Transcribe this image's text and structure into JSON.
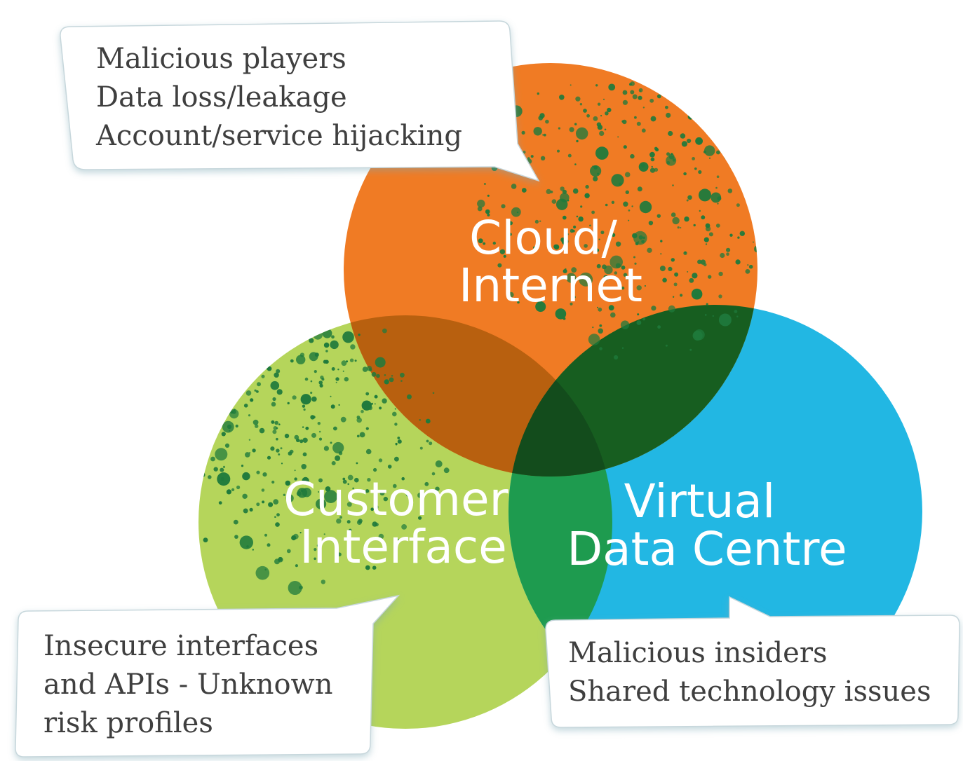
{
  "circles": [
    {
      "id": "cloud",
      "label_lines": [
        "Cloud/",
        "Internet"
      ],
      "color": "#F07B24"
    },
    {
      "id": "customer",
      "label_lines": [
        "Customer",
        "Interface"
      ],
      "color": "#B5D55B"
    },
    {
      "id": "datacentre",
      "label_lines": [
        "Virtual",
        "Data Centre"
      ],
      "color": "#22B7E3"
    }
  ],
  "overlap_colors": {
    "cloud_customer": "#B8600F",
    "cloud_datacentre": "#175E20",
    "customer_datacentre": "#1E9B4F",
    "all_three": "#134C1C"
  },
  "speckle_color": "#1F7A3C",
  "callouts": {
    "cloud": {
      "lines": [
        "Malicious players",
        "Data loss/leakage",
        "Account/service hijacking"
      ]
    },
    "customer": {
      "lines": [
        "Insecure interfaces",
        "and APIs - Unknown",
        "risk profiles"
      ]
    },
    "datacentre": {
      "lines": [
        "Malicious insiders",
        "Shared technology issues"
      ]
    }
  }
}
